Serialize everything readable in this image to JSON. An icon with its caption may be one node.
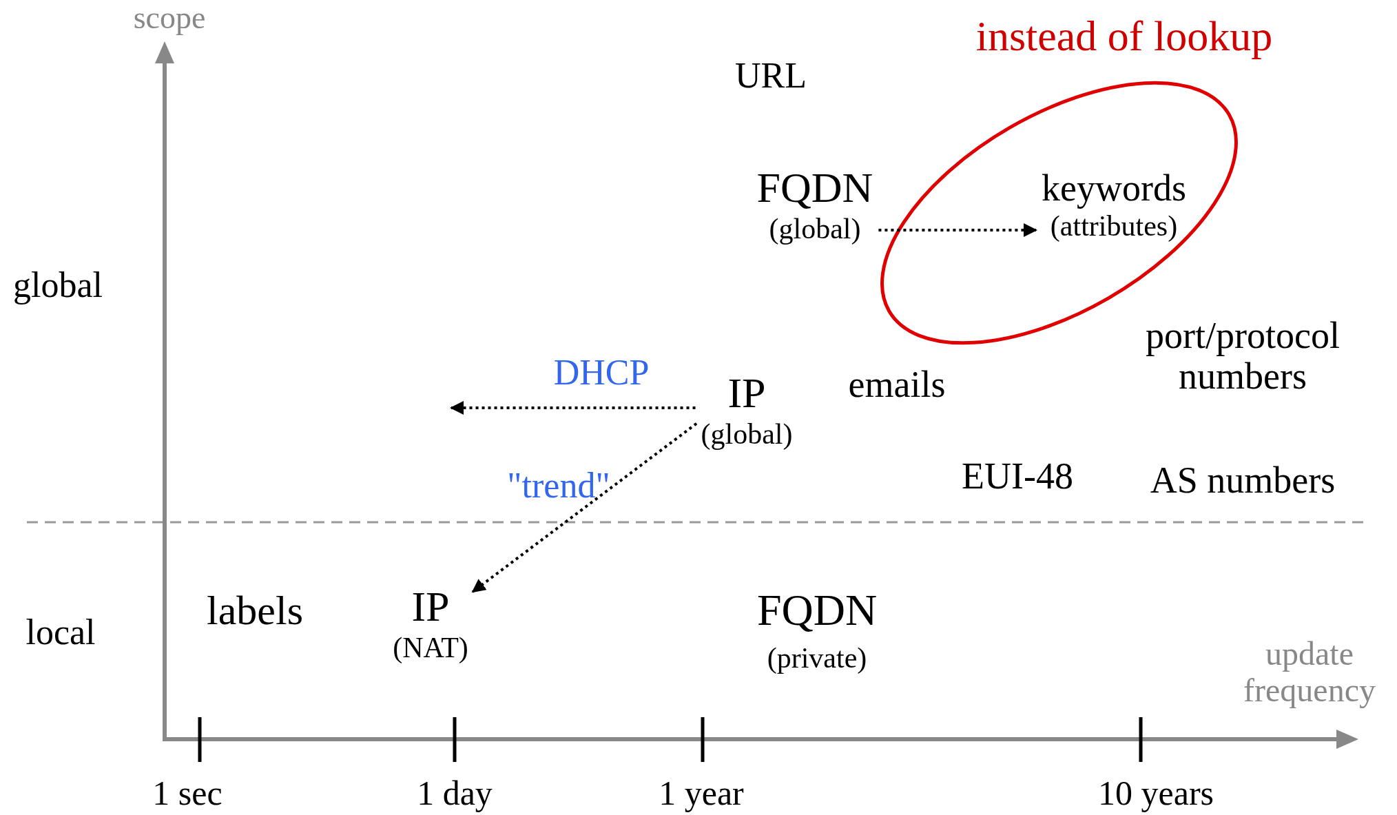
{
  "diagram": {
    "nodes": [
      {
        "text": [
          "FQDN",
          "(global)"
        ]
      },
      {
        "text": [
          "instead of lookup"
        ]
      },
      {
        "text": [
          "keywords",
          "(attributes)"
        ],
        "in": 1
      },
      {
        "text": [
          "IP",
          "(global)"
        ]
      },
      {
        "text": [
          "IP",
          "(NAT)"
        ]
      }
    ],
    "edges": [
      {
        "from": 0,
        "to": 2,
        "arrow": "to",
        "style": "dashed"
      },
      {
        "from": 3,
        "to": null,
        "arrow": "to",
        "style": "dashed",
        "label": "DHCP"
      },
      {
        "from": 3,
        "to": 4,
        "arrow": "to",
        "style": "dashed",
        "label": "\"trend\""
      }
    ],
    "labels": [
      "scope",
      "URL",
      "global",
      "port/protocol numbers",
      "emails",
      "EUI-48",
      "AS numbers",
      "local",
      "labels",
      "FQDN",
      "(private)",
      "update frequency",
      "1 sec",
      "1 day",
      "1 year",
      "10 years"
    ]
  }
}
